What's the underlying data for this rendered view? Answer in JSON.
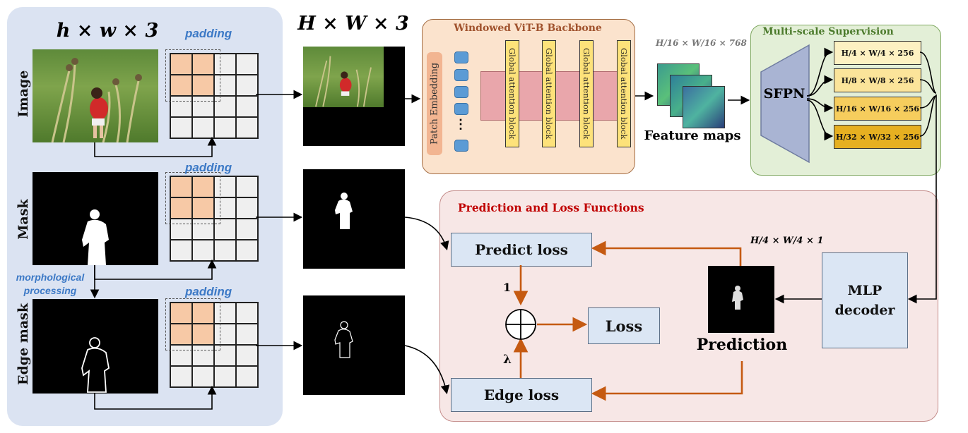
{
  "left_panel": {
    "input_dims": "h × w × 3",
    "row_labels": [
      "Image",
      "Mask",
      "Edge mask"
    ],
    "padding_label": "padding",
    "morph_label_line1": "morphological",
    "morph_label_line2": "processing"
  },
  "padded_dims": "H × W × 3",
  "backbone": {
    "title": "Windowed ViT-B Backbone",
    "patch_embedding": "Patch Embedding",
    "ellipsis": "⋮",
    "attention_blocks": [
      "Global attention block",
      "Global attention block",
      "Global attention block",
      "Global attention block"
    ]
  },
  "feature_maps": {
    "dims": "H/16 × W/16 × 768",
    "label": "Feature maps"
  },
  "multiscale": {
    "title": "Multi-scale Supervision",
    "sfpn": "SFPN",
    "levels": [
      "H/4 × W/4 × 256",
      "H/8 × W/8 × 256",
      "H/16 × W/16 × 256",
      "H/32 × W/32 × 256"
    ],
    "level_colors": [
      "#fdf1c2",
      "#fbe49a",
      "#f6cd5d",
      "#e6b021"
    ]
  },
  "prediction_panel": {
    "title": "Prediction and Loss Functions",
    "predict_loss": "Predict loss",
    "edge_loss": "Edge loss",
    "loss": "Loss",
    "weight_predict": "1",
    "weight_edge": "λ",
    "mlp_decoder_line1": "MLP",
    "mlp_decoder_line2": "decoder",
    "prediction": "Prediction",
    "prediction_dims": "H/4 × W/4 × 1"
  },
  "colors": {
    "arrow_orange": "#c55a11",
    "arrow_black": "#000000",
    "title_brown": "#a0522d",
    "title_green": "#4b7a2b",
    "title_red": "#c00000",
    "padding_blue": "#3c79c6"
  }
}
